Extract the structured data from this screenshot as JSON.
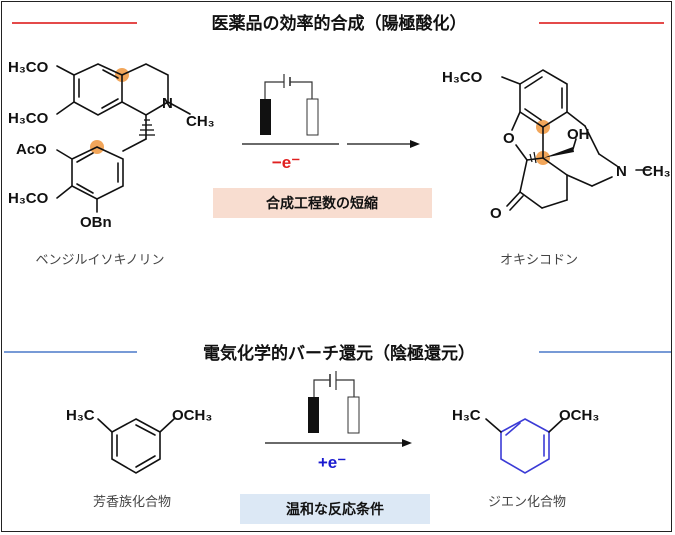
{
  "oxidation": {
    "title": "医薬品の効率的合成（陽極酸化）",
    "reagent_label": "ベンジルイソキノリン",
    "product_label": "オキシコドン",
    "electron_label": "−e⁻",
    "benefit_label": "合成工程数の短縮",
    "reagent_groups": {
      "h3co_1": "H₃CO",
      "h3co_2": "H₃CO",
      "n": "N",
      "ch3": "CH₃",
      "aco": "AcO",
      "h3co_3": "H₃CO",
      "obn": "OBn"
    },
    "product_groups": {
      "h3co": "H₃CO",
      "o_ring": "O",
      "oh": "OH",
      "n": "N",
      "ch3": "CH₃",
      "o_ketone": "O"
    }
  },
  "reduction": {
    "title": "電気化学的バーチ還元（陰極還元）",
    "reagent_label": "芳香族化合物",
    "product_label": "ジエン化合物",
    "electron_label": "+e⁻",
    "condition_label": "温和な反応条件",
    "reagent_groups": {
      "h3c": "H₃C",
      "och3": "OCH₃"
    },
    "product_groups": {
      "h3c": "H₃C",
      "och3": "OCH₃"
    }
  },
  "colors": {
    "oxidation_accent": "#e03030",
    "reduction_accent": "#4a78c8",
    "benefit_box": "#f8ddd0",
    "condition_box": "#dce8f5",
    "highlight_dot": "#f2a65a",
    "electron_minus": "#e02020",
    "electron_plus": "#1a1ad0",
    "diene_bonds": "#3b3bd6"
  }
}
